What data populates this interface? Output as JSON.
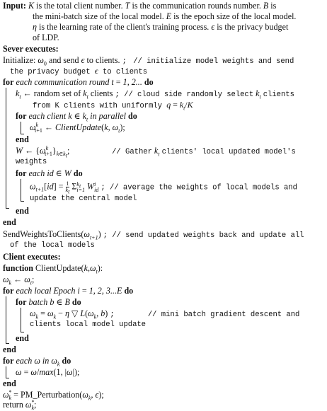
{
  "lines": [
    "Input: K is the total client number. T is the communication rounds number. B is",
    "the mini-batch size of the local model. E is the epoch size of the local model.",
    "η is the learning rate of the client's training process. ϵ is the privacy budget",
    "of LDP.",
    "Sever executes:",
    "Initialize: ω0 and send ϵ to clients. ;",
    "// initialize model weights and send",
    "the privacy budget ϵ to clients",
    "for each communication round t = 1, 2... do",
    "kt ← random set of kt clients ;",
    "// cloud side randomly select kt clients",
    "from K clients with uniformly q = kt/K",
    "for each client k ∈ kt in parallel do",
    "ωkt+1 ← ClientUpdate(k, ωt);",
    "end",
    "W ← {ωkt+1}k∈kt;",
    "// Gather kt clients' local updated model's",
    "weights",
    "for each id ∈ W do",
    "ωt+1[id] = 1/kt Σi=1..kt Wiid ;",
    "// average the weights of local models and",
    "update the central model",
    "end",
    "end",
    "SendWeightsToClients(ωt+1) ;",
    "// send updated weights back and update all",
    "of the local models",
    "Client executes:",
    "function ClientUpdate(k,ωt):",
    "ωk ← ωt;",
    "for each local Epoch i = 1, 2, 3...E do",
    "for batch b ∈ B do",
    "ωk = ωk − η ▽ L(ωk, b) ;",
    "// mini batch gradient descent and",
    "clients local model update",
    "end",
    "end",
    "for each ω in ωk do",
    "ω = ω/max(1, |ω|);",
    "end",
    "ω*k = PM_Perturbation(ωk, ϵ);",
    "return ω*k;"
  ]
}
